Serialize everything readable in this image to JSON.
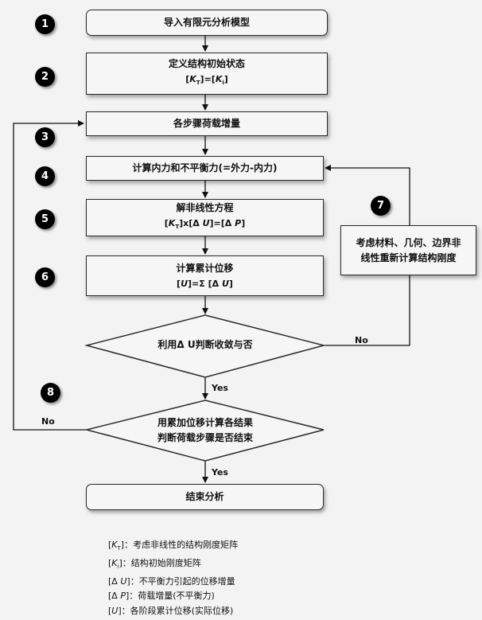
{
  "steps": {
    "s1": "导入有限元分析模型",
    "s2_title": "定义结构初始状态",
    "s2_formula": "[KT]=[Ki]",
    "s3": "各步骤荷载增量",
    "s4": "计算内力和不平衡力(=外力-内力)",
    "s5_title": "解非线性方程",
    "s5_formula": "[KT]x[Δ U]=[Δ P]",
    "s6_title": "计算累计位移",
    "s6_formula": "[U]=Σ [Δ U]",
    "s7_line1": "考虑材料、几何、边界非",
    "s7_line2": "线性重新计算结构刚度",
    "d1": "利用Δ U判断收敛与否",
    "d2_line1": "用累加位移计算各结果",
    "d2_line2": "判断荷载步骤是否结束",
    "end": "结束分析"
  },
  "badges": [
    "1",
    "2",
    "3",
    "4",
    "5",
    "6",
    "7",
    "8"
  ],
  "labels": {
    "no1": "No",
    "yes1": "Yes",
    "no2": "No",
    "yes2": "Yes"
  },
  "legend": {
    "kt_sym": "[KT]",
    "kt_desc": "：考虑非线性的结构刚度矩阵",
    "ki_sym": "[Ki]",
    "ki_desc": "：结构初始刚度矩阵",
    "du_sym": "[Δ U]",
    "du_desc": "：不平衡力引起的位移增量",
    "dp_sym": "[Δ P]",
    "dp_desc": "：荷载增量(不平衡力)",
    "u_sym": "[U]",
    "u_desc": "：各阶段累计位移(实际位移)"
  }
}
